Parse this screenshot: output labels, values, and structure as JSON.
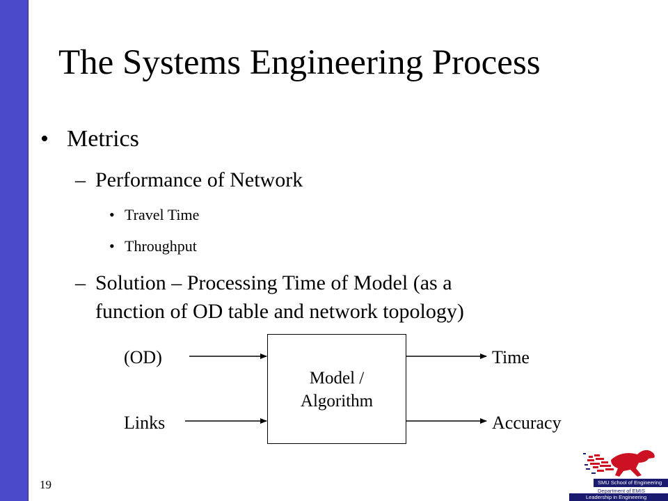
{
  "slide": {
    "title": "The Systems Engineering Process",
    "page_number": "19"
  },
  "bullets": {
    "metrics": {
      "mark": "•",
      "text": "Metrics"
    },
    "performance": {
      "mark": "–",
      "text": "Performance of Network"
    },
    "travel_time": {
      "mark": "•",
      "text": "Travel Time"
    },
    "throughput": {
      "mark": "•",
      "text": "Throughput"
    },
    "solution": {
      "mark": "–",
      "text": "Solution – Processing Time of Model (as a",
      "continuation": "function of OD table and network topology)"
    }
  },
  "diagram": {
    "input_od": "(OD)",
    "input_links": "Links",
    "box_line1": "Model /",
    "box_line2": "Algorithm",
    "output_time": "Time",
    "output_accuracy": "Accuracy"
  },
  "logo": {
    "line1": "SMU School of Engineering",
    "line2": "Department of EMIS",
    "line3": "Leadership in Engineering"
  },
  "colors": {
    "sidebar": "#4a4acb",
    "logo_navy": "#1a1a6e",
    "logo_red": "#cc1122"
  }
}
